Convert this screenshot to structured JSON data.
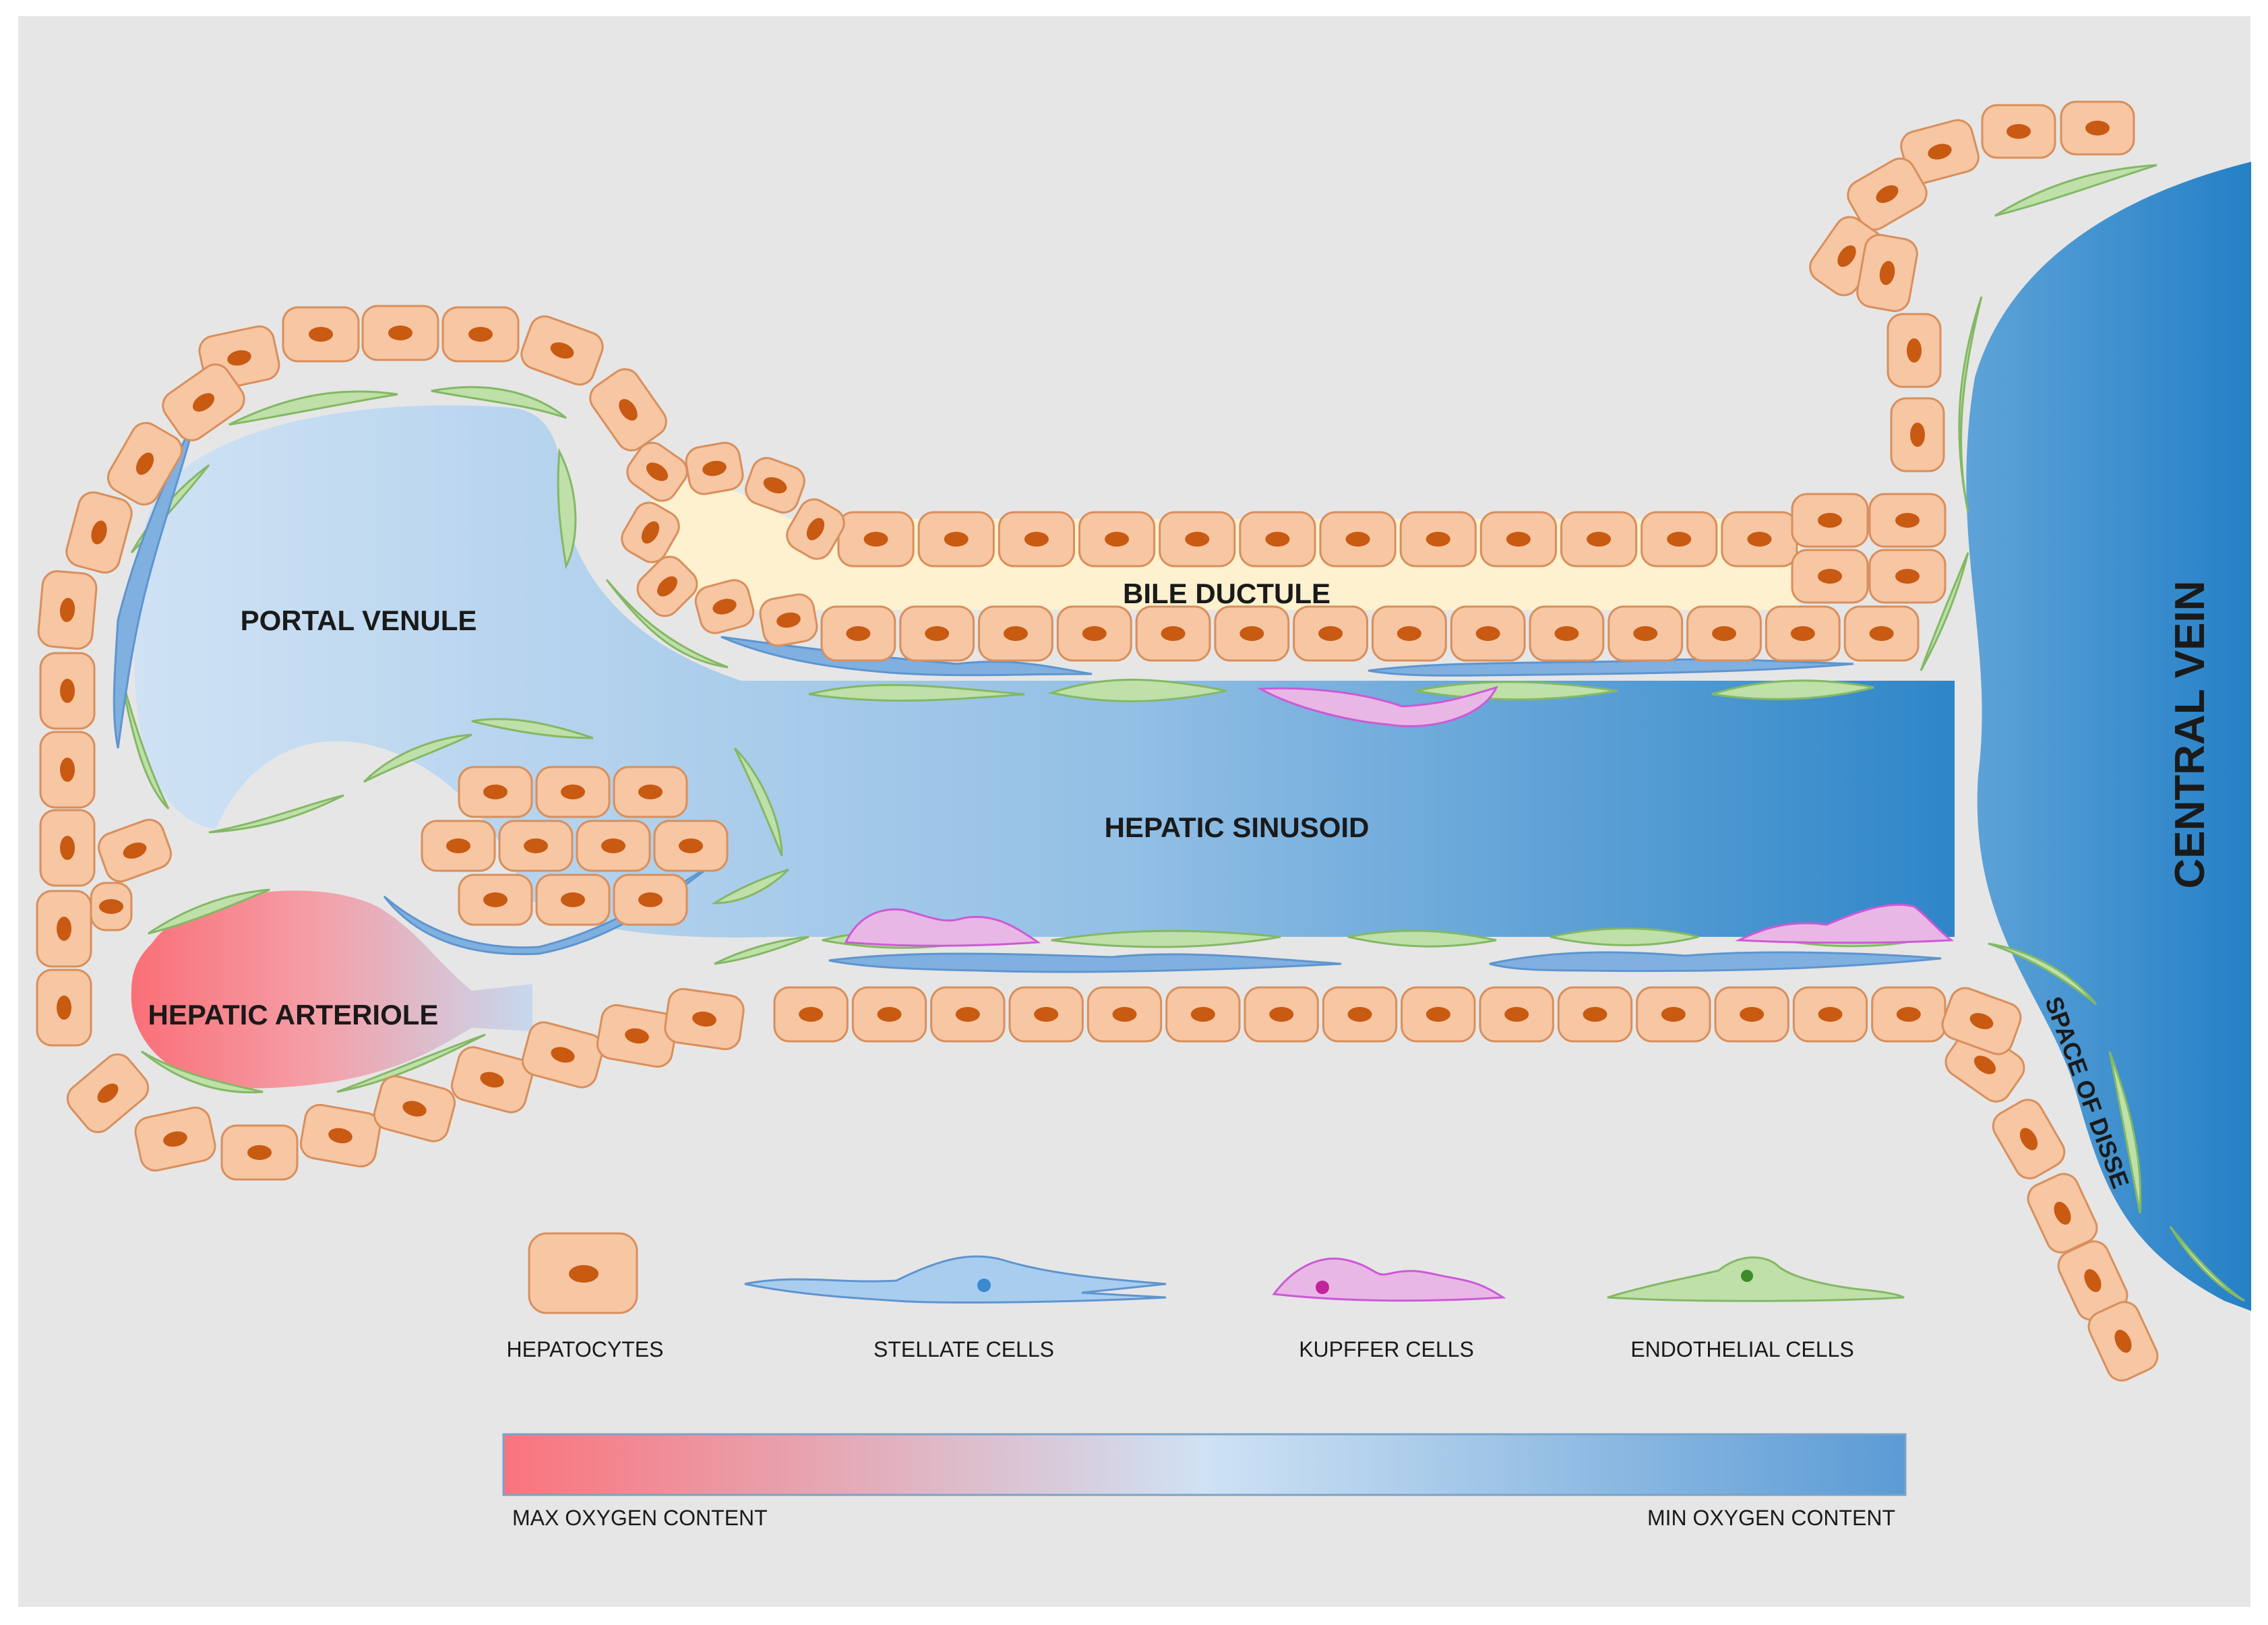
{
  "labels": {
    "portal_venule": "PORTAL VENULE",
    "bile_ductule": "BILE DUCTULE",
    "hepatic_sinusoid": "HEPATIC SINUSOID",
    "hepatic_arteriole": "HEPATIC ARTERIOLE",
    "central_vein": "CENTRAL VEIN",
    "space_of_disse": "SPACE OF DISSE"
  },
  "legend": {
    "hepatocytes": "HEPATOCYTES",
    "stellate_cells": "STELLATE CELLS",
    "kupffer_cells": "KUPFFER CELLS",
    "endothelial_cells": "ENDOTHELIAL CELLS"
  },
  "oxygen_scale": {
    "max_label": "MAX OXYGEN CONTENT",
    "min_label": "MIN OXYGEN CONTENT"
  },
  "colors": {
    "background": "#e6e6e6",
    "hepatocyte_fill": "#f7c6a3",
    "hepatocyte_nucleus": "#c85a12",
    "stellate": "#7fb0e0",
    "kupffer": "#e9b7e6",
    "endothelial": "#bfe0a8",
    "bile": "#fdf1cf",
    "max_oxygen": "#fa747c",
    "min_oxygen": "#2e86c8"
  }
}
